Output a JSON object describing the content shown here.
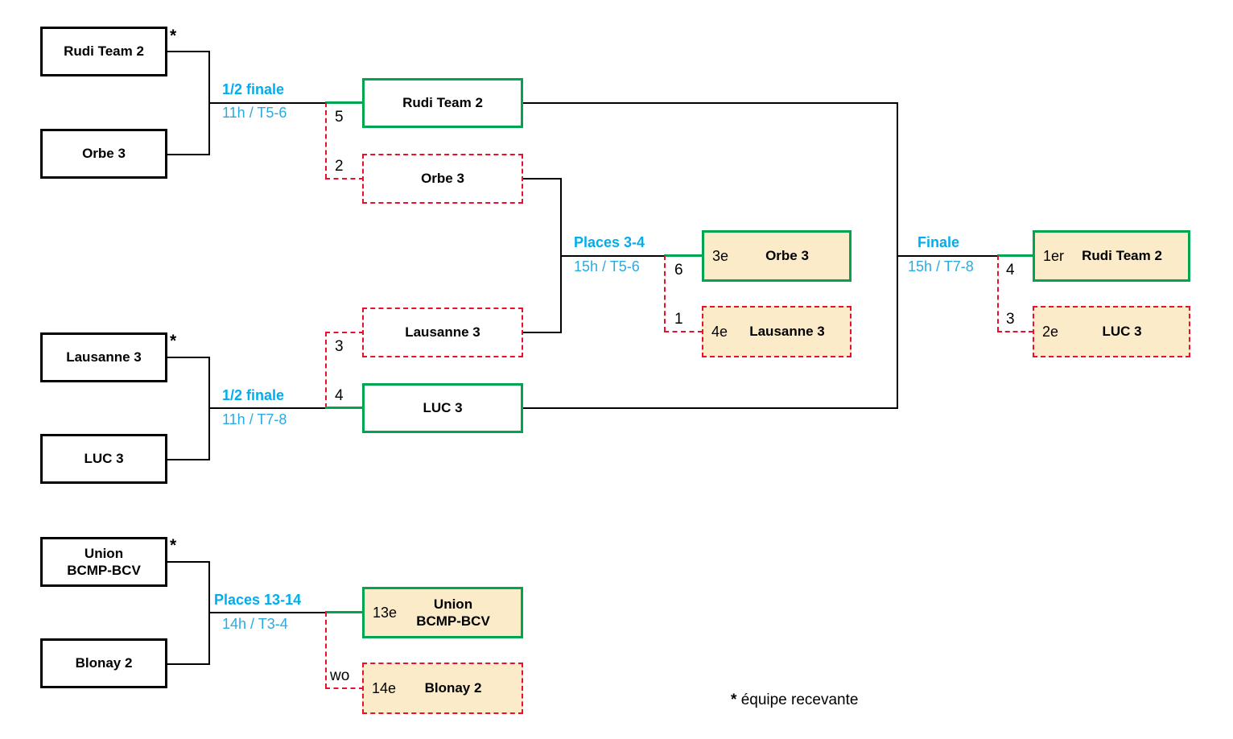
{
  "diagram": {
    "title": "Tournament bracket",
    "legend": "* équipe recevante",
    "legend_star": "*",
    "legend_text": "équipe recevante",
    "colors": {
      "winner": "#00A550",
      "loser": "#E8112D",
      "label": "#00AEEF",
      "time": "#29ABE2",
      "fill": "#FCEBC8",
      "line": "#000000"
    }
  },
  "round1": {
    "bracket_a": {
      "teams": [
        {
          "name": "Rudi Team 2",
          "host": "*"
        },
        {
          "name": "Orbe 3",
          "host": ""
        }
      ]
    },
    "bracket_b": {
      "teams": [
        {
          "name": "Lausanne 3",
          "host": "*"
        },
        {
          "name": "LUC 3",
          "host": ""
        }
      ]
    },
    "bracket_c": {
      "teams": [
        {
          "name": "Union BCMP-BCV",
          "line1": "Union",
          "line2": "BCMP-BCV",
          "host": "*"
        },
        {
          "name": "Blonay 2",
          "host": ""
        }
      ]
    }
  },
  "matches": {
    "semi_a": {
      "label": "1/2 finale",
      "time": "11h / T5-6",
      "winner": {
        "team": "Rudi Team 2",
        "score": "5"
      },
      "loser": {
        "team": "Orbe 3",
        "score": "2"
      }
    },
    "semi_b": {
      "label": "1/2 finale",
      "time": "11h / T7-8",
      "winner": {
        "team": "LUC 3",
        "score": "4"
      },
      "loser": {
        "team": "Lausanne 3",
        "score": "3"
      }
    },
    "places_3_4": {
      "label": "Places 3-4",
      "time": "15h / T5-6",
      "winner": {
        "rank": "3e",
        "team": "Orbe 3",
        "score": "6"
      },
      "loser": {
        "rank": "4e",
        "team": "Lausanne 3",
        "score": "1"
      }
    },
    "finale": {
      "label": "Finale",
      "time": "15h / T7-8",
      "winner": {
        "rank": "1er",
        "team": "Rudi Team 2",
        "score": "4"
      },
      "loser": {
        "rank": "2e",
        "team": "LUC 3",
        "score": "3"
      }
    },
    "places_13_14": {
      "label": "Places 13-14",
      "time": "14h / T3-4",
      "winner": {
        "rank": "13e",
        "team": "Union BCMP-BCV",
        "line1": "Union",
        "line2": "BCMP-BCV",
        "score": ""
      },
      "loser": {
        "rank": "14e",
        "team": "Blonay 2",
        "score": "wo"
      }
    }
  }
}
